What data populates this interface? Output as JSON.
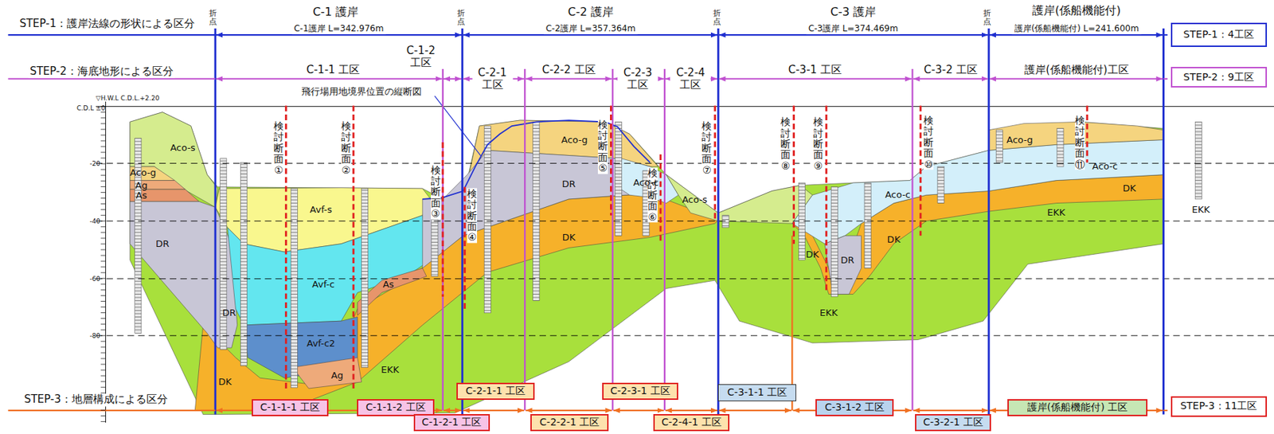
{
  "diagram": {
    "nodes": [
      {
        "text": [
          "STEP-1：4工区"
        ]
      },
      {
        "text": [
          "STEP-2：9工区"
        ]
      },
      {
        "text": [
          "STEP-3：11工区"
        ]
      },
      {
        "text": [
          "C-1-1-1 工区"
        ]
      },
      {
        "text": [
          "C-1-1-2 工区"
        ]
      },
      {
        "text": [
          "C-1-2-1 工区"
        ]
      },
      {
        "text": [
          "C-2-1-1 工区"
        ]
      },
      {
        "text": [
          "C-2-2-1 工区"
        ]
      },
      {
        "text": [
          "C-2-3-1 工区"
        ]
      },
      {
        "text": [
          "C-2-4-1 工区"
        ]
      },
      {
        "text": [
          "C-3-1-1 工区"
        ]
      },
      {
        "text": [
          "C-3-1-2 工区"
        ]
      },
      {
        "text": [
          "C-3-2-1 工区"
        ]
      },
      {
        "text": [
          "護岸(係船機能付) 工区"
        ]
      }
    ],
    "labels": [
      "STEP-1：護岸法線の形状による区分",
      "STEP-2：海底地形による区分",
      "STEP-3：地層構成による区分",
      "折点",
      "C-1 護岸",
      "C-1護岸 L=342.976m",
      "折点",
      "C-2 護岸",
      "C-2護岸 L=357.364m",
      "折点",
      "C-3 護岸",
      "C-3護岸 L=374.469m",
      "折点",
      "護岸(係船機能付)",
      "護岸(係船機能付) L=241.600m",
      "C-1-1 工区",
      "C-1-2 工区",
      "C-2-1 工区",
      "C-2-2 工区",
      "C-2-3 工区",
      "C-2-4 工区",
      "C-3-1 工区",
      "C-3-2 工区",
      "護岸(係船機能付)工区",
      "飛行場用地境界位置の縦断図",
      "▽H.W.L C.D.L.+2.20",
      "C.D.L ±0",
      "-20",
      "-40",
      "-60",
      "-80",
      "検討断面①",
      "検討断面②",
      "検討断面③",
      "検討断面④",
      "検討断面⑤",
      "検討断面⑥",
      "検討断面⑦",
      "検討断面⑧",
      "検討断面⑨",
      "検討断面⑩",
      "検討断面⑪",
      "Aco-s",
      "Aco-g",
      "Ag",
      "As",
      "DR",
      "DR",
      "Avf-s",
      "Avf-c",
      "Avf-c2",
      "Ag",
      "As",
      "DK",
      "EKK",
      "DR",
      "Aco-g",
      "DK",
      "Aco-c",
      "Aco-s",
      "DK",
      "DR",
      "EKK",
      "Aco-c",
      "DK",
      "Aco-g",
      "Aco-c",
      "DK",
      "EKK",
      "EKK"
    ]
  }
}
